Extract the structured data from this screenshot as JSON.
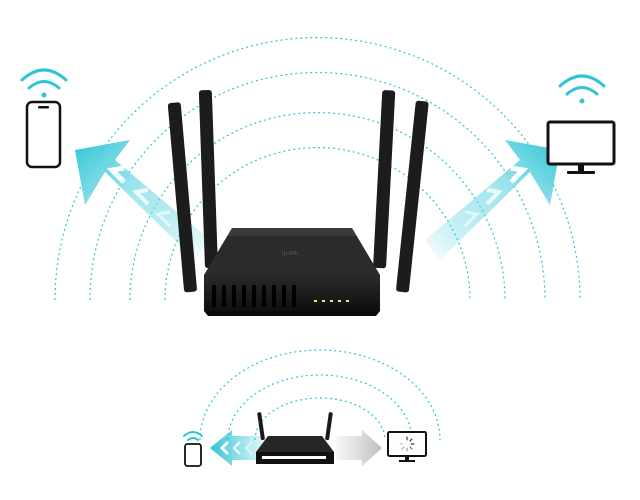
{
  "scene": {
    "background": "#ffffff",
    "accent_color": "#2ec4d6",
    "accent_light": "#bdf0f6",
    "device_color": "#1a1a1a",
    "gray_beam": "#cfcfcf",
    "top_illustration": {
      "router": "dual-band-router-four-antennas",
      "router_led_count": 5,
      "left_device": "smartphone-icon",
      "right_device": "monitor-icon",
      "signal_icons": [
        "wifi-icon",
        "wifi-icon"
      ]
    },
    "bottom_illustration": {
      "router": "router-two-antennas",
      "left_device": "smartphone-icon",
      "right_device": "monitor-loading-icon",
      "signal_icon": "wifi-icon"
    }
  }
}
